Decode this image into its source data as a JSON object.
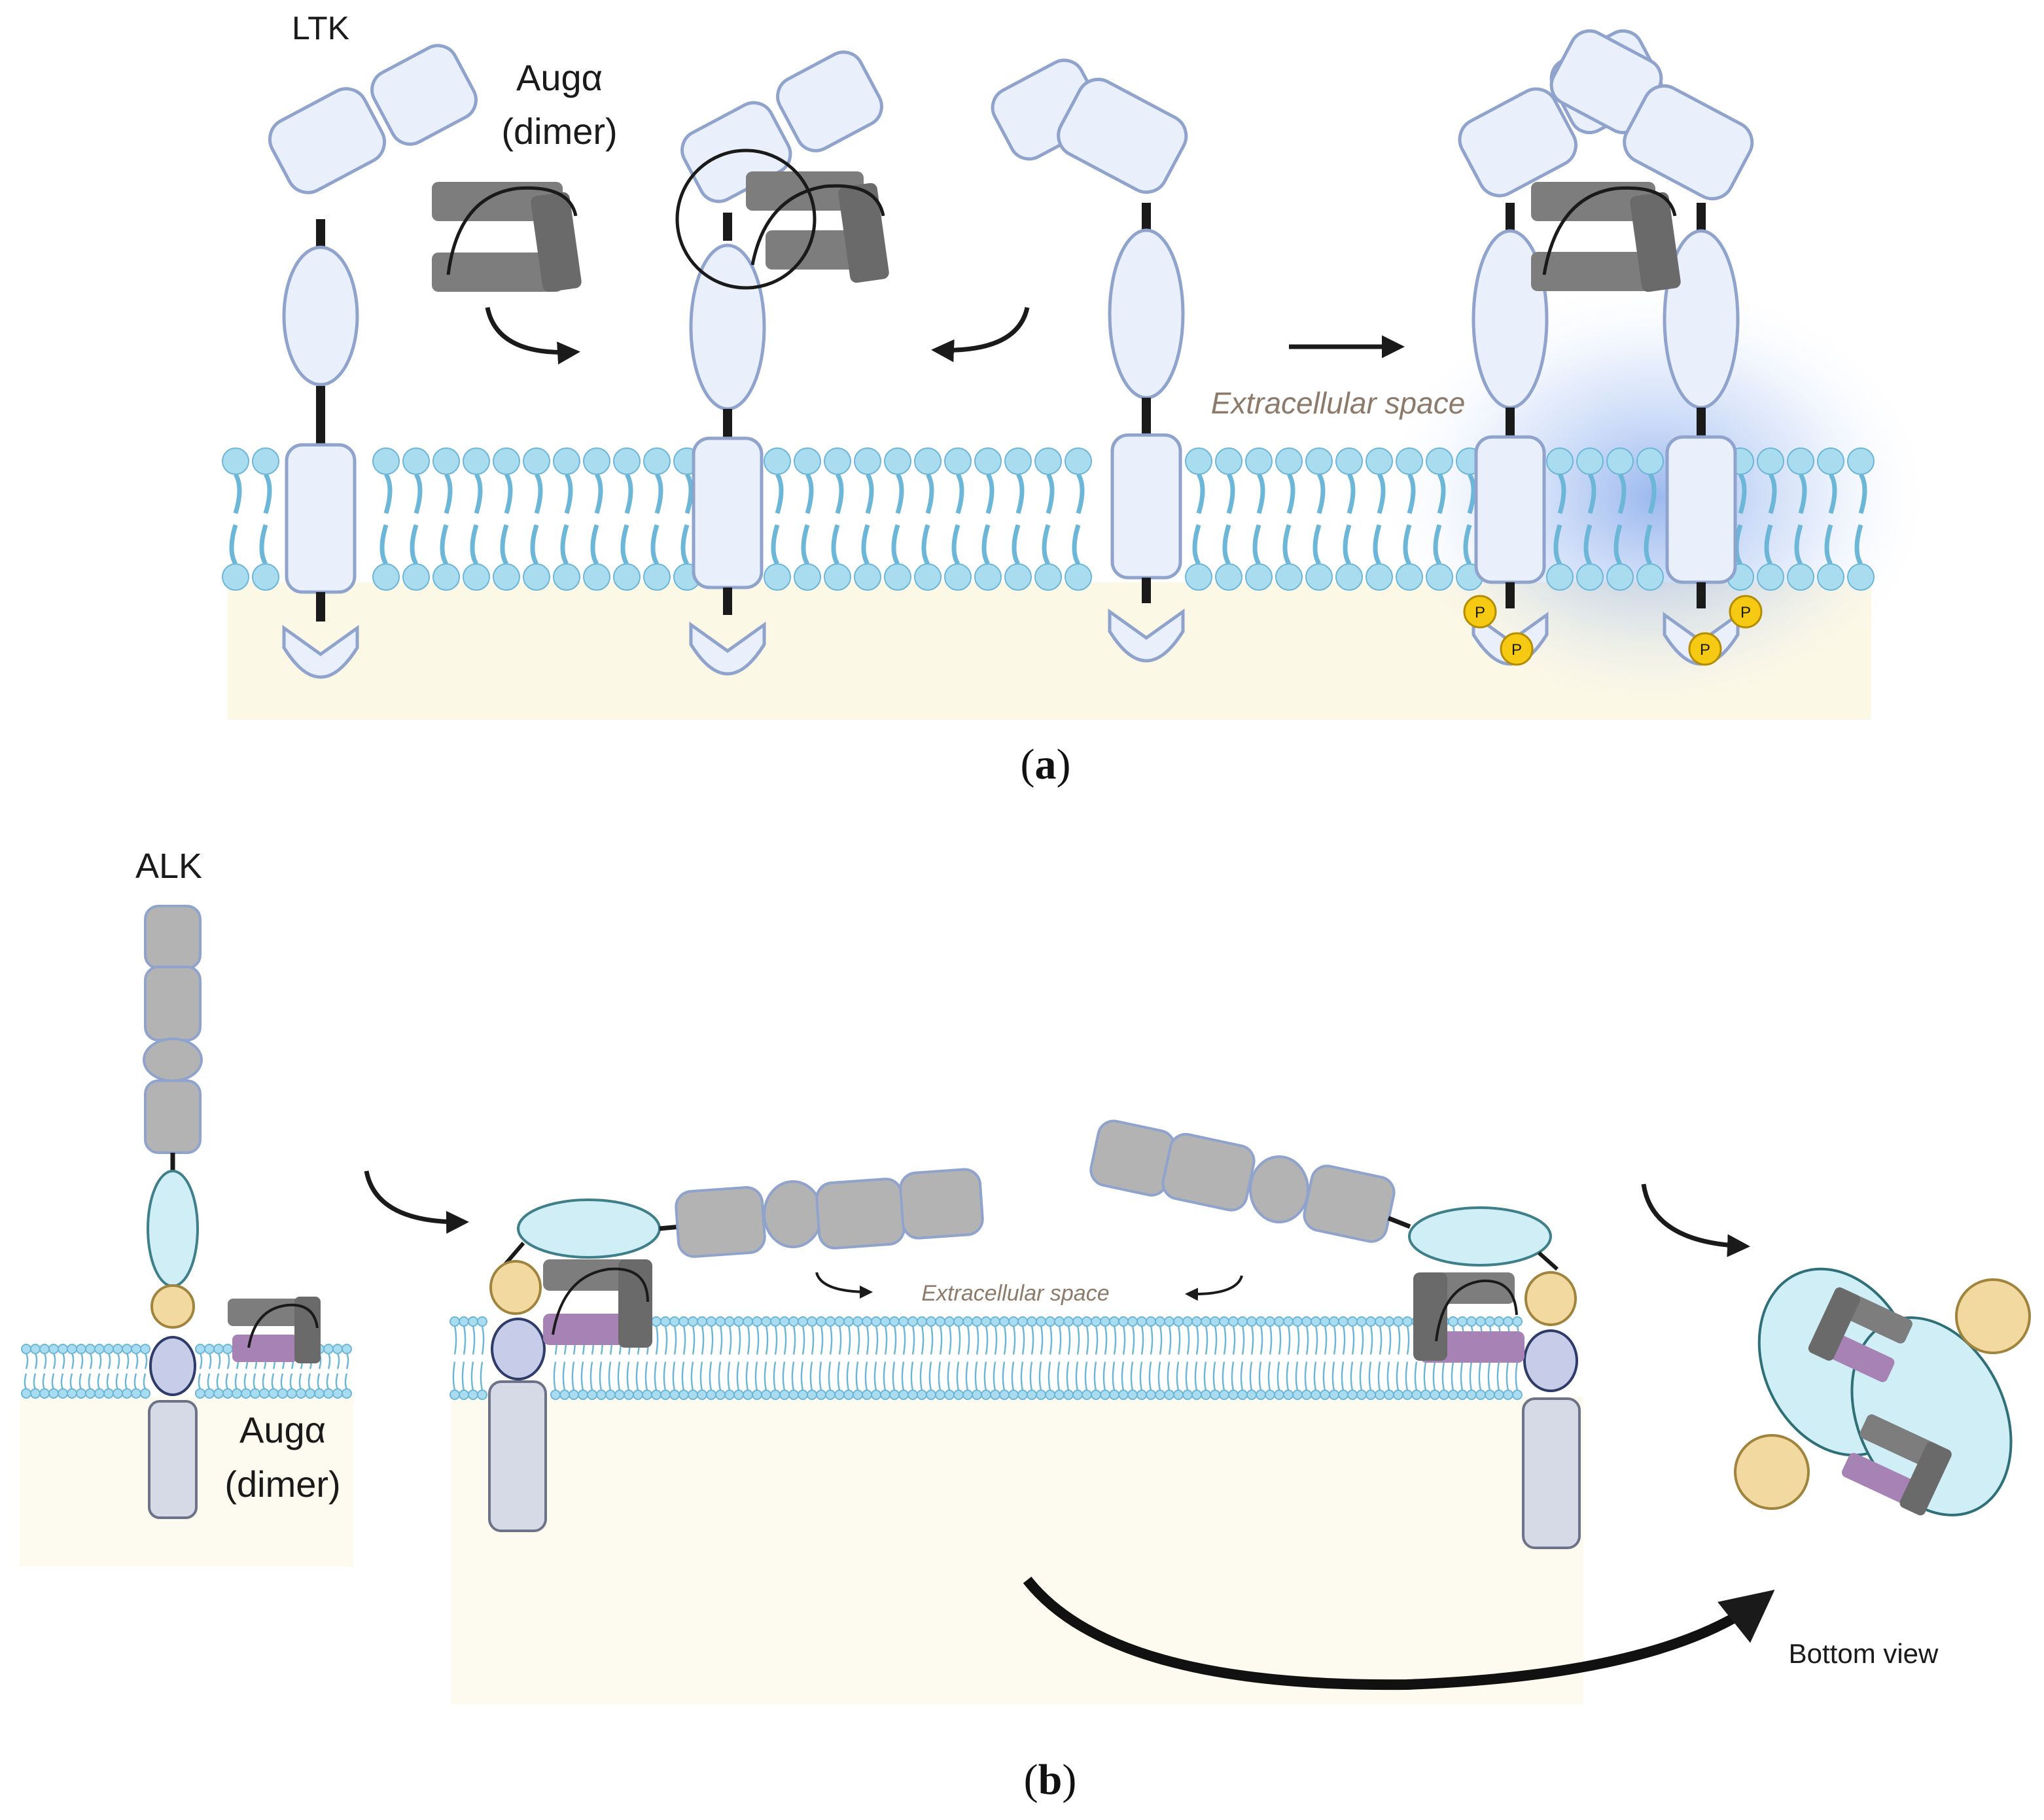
{
  "panel_a": {
    "receptor_label": "LTK",
    "ligand_label_1": "Augα",
    "ligand_label_2": "(dimer)",
    "space_label": "Extracellular space",
    "phospho_label": "P",
    "caption_open": "(",
    "caption_letter": "a",
    "caption_close": ")"
  },
  "panel_b": {
    "receptor_label": "ALK",
    "ligand_label_1": "Augα",
    "ligand_label_2": "(dimer)",
    "space_label": "Extracellular space",
    "view_label": "Bottom view",
    "caption_open": "(",
    "caption_letter": "b",
    "caption_close": ")"
  },
  "colors": {
    "ltk_fill": "#e9f0fb",
    "ltk_stroke": "#8fa3cc",
    "lipid_head": "#a9dcef",
    "lipid_stroke": "#6cb6d8",
    "cytoplasm": "#fcf8e6",
    "ligand_gray": "#7d7d7d",
    "alk_gray": "#b3b3b3",
    "alk_cyan": "#cfeef5",
    "alk_tan": "#f2d9a0",
    "alk_lavender": "#c7cde8",
    "alk_purple": "#a782b5",
    "phospho_yellow": "#f6c913",
    "glow_blue": "#4b7fe0"
  }
}
